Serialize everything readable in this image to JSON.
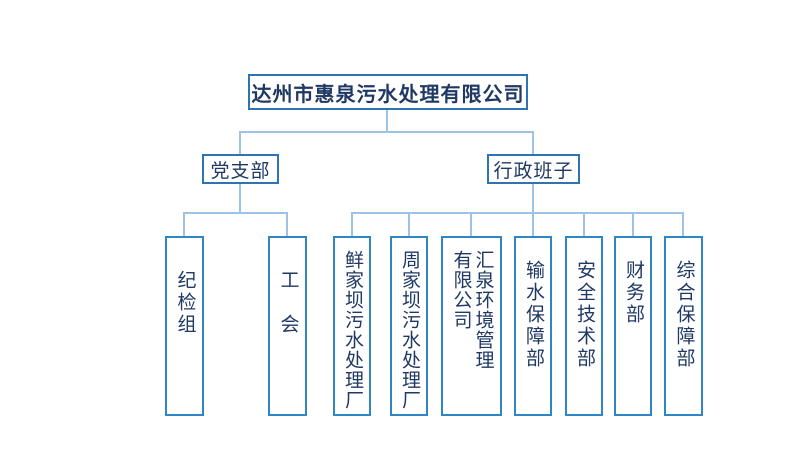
{
  "tree": {
    "label": "达州市惠泉污水处理有限公司",
    "children": [
      {
        "label": "党支部",
        "children": [
          {
            "label": "纪检组"
          },
          {
            "label": "工　会"
          }
        ]
      },
      {
        "label": "行政班子",
        "children": [
          {
            "label": "鲜家坝污水处理厂"
          },
          {
            "label": "周家坝污水处理厂"
          },
          {
            "label": "汇泉环境管理\n有限公司"
          },
          {
            "label": "输水保障部"
          },
          {
            "label": "安全技术部"
          },
          {
            "label": "财务部"
          },
          {
            "label": "综合保障部"
          }
        ]
      }
    ]
  },
  "colors": {
    "root_box_border": "#2E74B5",
    "department_box_border": "#2E86C6",
    "connector_line": "#9DC3E6",
    "text": "#1F3864",
    "background": "#FFFFFF"
  }
}
